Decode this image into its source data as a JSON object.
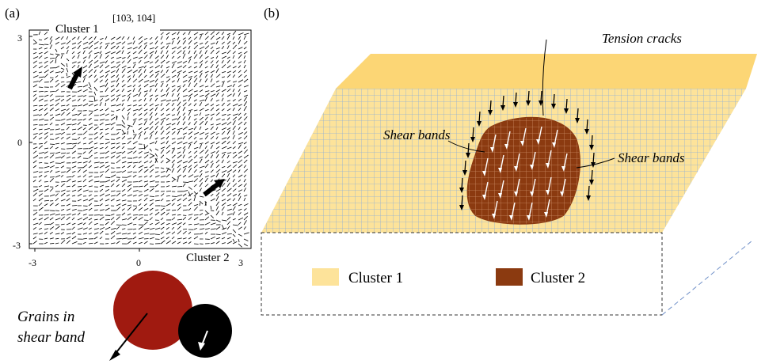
{
  "panel_a": {
    "panel_label": "(a)",
    "title_left": "Cluster 1",
    "title_right": "[103, 104]",
    "bottom_right_label": "Cluster 2",
    "y_ticks": [
      "3",
      "0",
      "-3"
    ],
    "x_ticks": [
      "-3",
      "0",
      "3"
    ],
    "grains_label_line1": "Grains in",
    "grains_label_line2": "shear band",
    "colors": {
      "grain_red": "#a01a10",
      "grain_black": "#000000"
    }
  },
  "panel_b": {
    "panel_label": "(b)",
    "annotation_tension": "Tension cracks",
    "annotation_shear_left": "Shear bands",
    "annotation_shear_right": "Shear bands",
    "legend": [
      {
        "label": "Cluster 1",
        "color": "#fde39a"
      },
      {
        "label": "Cluster 2",
        "color": "#8b3a10"
      }
    ],
    "colors": {
      "top_face": "#fcd675",
      "slope_face": "#fde39a",
      "grid_line": "#8fb0d8",
      "cluster2": "#8b3a10"
    }
  }
}
